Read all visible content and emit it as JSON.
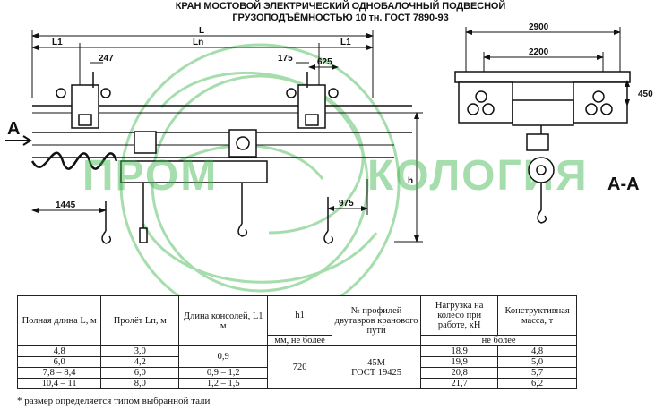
{
  "title": {
    "line1": "КРАН МОСТОВОЙ ЭЛЕКТРИЧЕСКИЙ ОДНОБАЛОЧНЫЙ ПОДВЕСНОЙ",
    "line2": "ГРУЗОПОДЪЁМНОСТЬЮ 10 тн. ГОСТ 7890-93"
  },
  "drawing": {
    "L": "L",
    "L1_left": "L1",
    "Ln": "Ln",
    "L1_right": "L1",
    "d247": "247",
    "d175": "175",
    "d625": "625",
    "d1445": "1445",
    "d975": "975",
    "h": "h",
    "arrow_label": "А",
    "section_label": "А-А",
    "d2900": "2900",
    "d2200": "2200",
    "d450": "450"
  },
  "watermark": {
    "left": "ПРОМ",
    "right": "КОЛОГИЯ"
  },
  "table": {
    "headers": {
      "full_length": "Полная длина L, м",
      "span": "Пролёт Lп, м",
      "console": "Длина консолей, L1 м",
      "h1": "h1",
      "h1_note": "мм, не более",
      "profile": "№ профилей двутавров кранового пути",
      "wheel_load": "Нагрузка на колесо при работе, кН",
      "mass": "Конструктивная масса, т",
      "not_more": "не более"
    },
    "rows": [
      {
        "L": "4,8",
        "Ln": "3,0",
        "load": "18,9",
        "mass": "4,8"
      },
      {
        "L": "6,0",
        "Ln": "4,2",
        "load": "19,9",
        "mass": "5,0"
      },
      {
        "L": "7,8 – 8,4",
        "Ln": "6,0",
        "load": "20,8",
        "mass": "5,7"
      },
      {
        "L": "10,4 – 11",
        "Ln": "8,0",
        "load": "21,7",
        "mass": "6,2"
      }
    ],
    "console_a": "0,9",
    "console_b": "0,9 – 1,2",
    "console_c": "1,2 – 1,5",
    "h1_value": "720",
    "profile_value1": "45М",
    "profile_value2": "ГОСТ 19425"
  },
  "footnote": "* размер определяется типом выбранной тали",
  "colors": {
    "watermark": "#3bb54a",
    "ink": "#111111"
  }
}
